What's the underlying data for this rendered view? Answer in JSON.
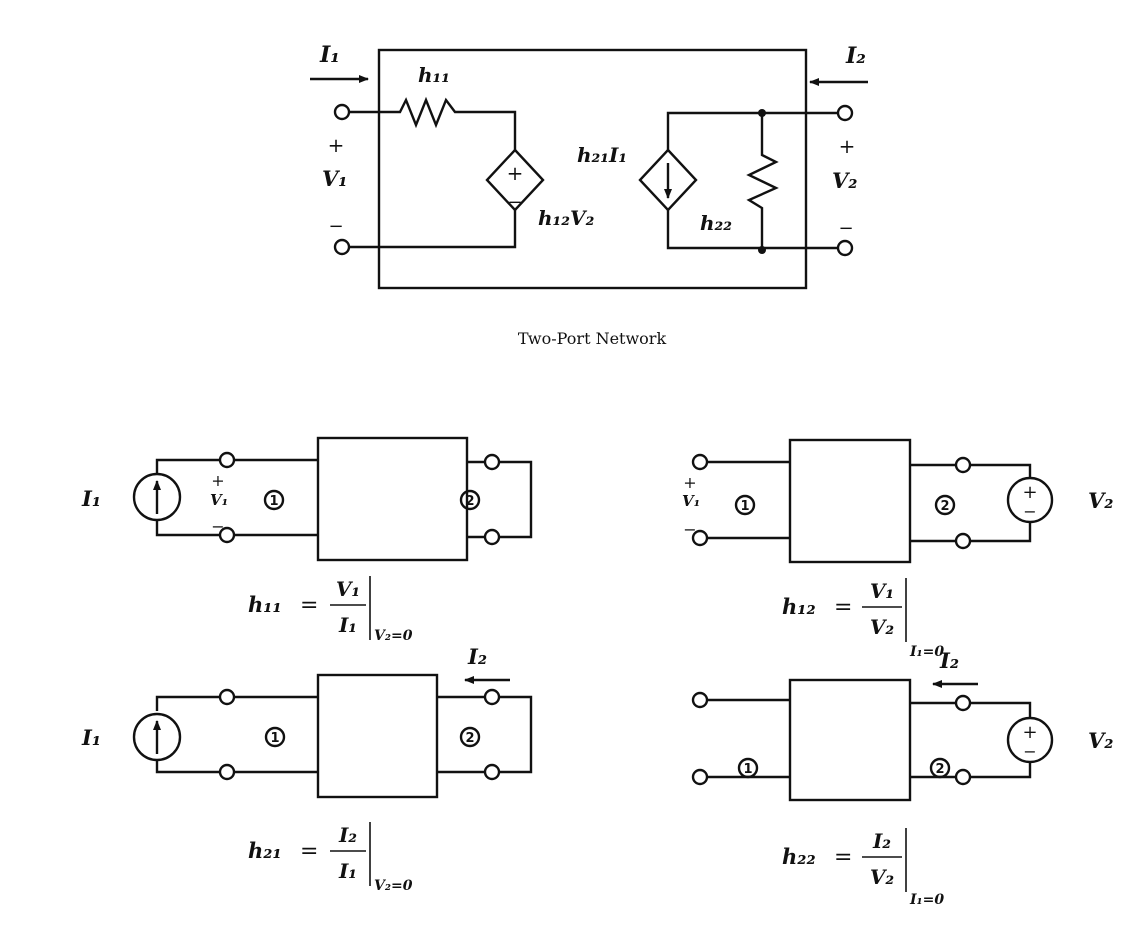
{
  "top": {
    "I1": "I₁",
    "I2": "I₂",
    "h11": "h₁₁",
    "h12V2": "h₁₂V₂",
    "h21I1": "h₂₁I₁",
    "h22": "h₂₂",
    "V1": "V₁",
    "V2": "V₂",
    "plus": "+",
    "minus": "−",
    "caption": "Two-Port Network"
  },
  "panels": [
    {
      "source_label": "I₁",
      "port_left": "1",
      "port_right": "2",
      "v_label": "V₁",
      "lhs": "h₁₁",
      "eq": "=",
      "num": "V₁",
      "den": "I₁",
      "cond": "V₂=0"
    },
    {
      "source_label": "V₂",
      "port_left": "1",
      "port_right": "2",
      "v_label": "V₁",
      "lhs": "h₁₂",
      "eq": "=",
      "num": "V₁",
      "den": "V₂",
      "cond": "I₁=0"
    },
    {
      "source_label": "I₁",
      "port_left": "1",
      "port_right": "2",
      "current_label": "I₂",
      "lhs": "h₂₁",
      "eq": "=",
      "num": "I₂",
      "den": "I₁",
      "cond": "V₂=0"
    },
    {
      "source_label": "V₂",
      "port_left": "1",
      "port_right": "2",
      "current_label": "I₂",
      "lhs": "h₂₂",
      "eq": "=",
      "num": "I₂",
      "den": "V₂",
      "cond": "I₁=0"
    }
  ]
}
